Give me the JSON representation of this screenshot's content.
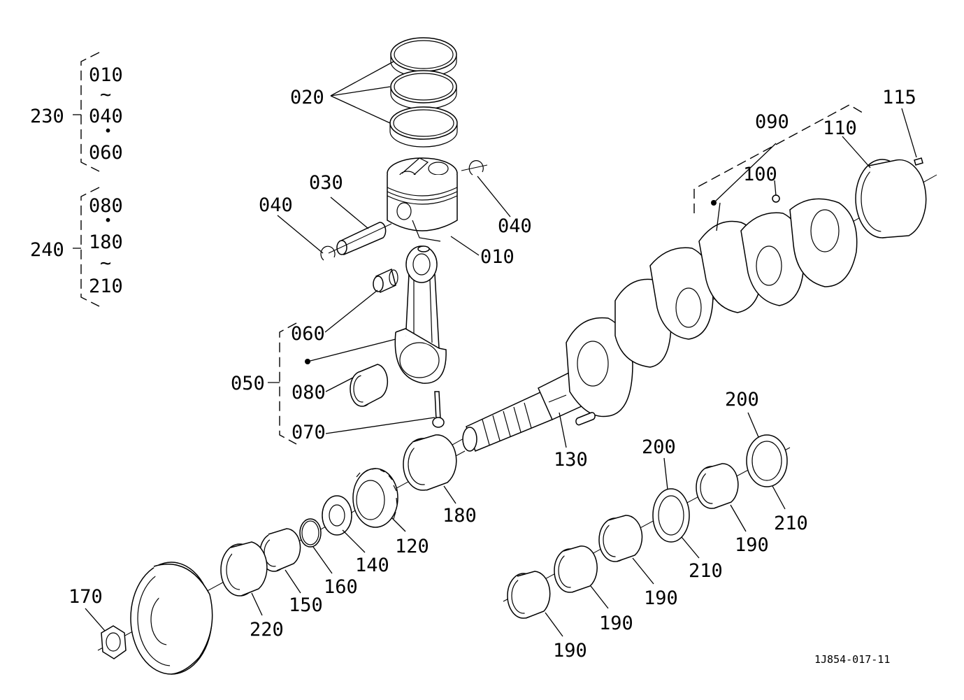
{
  "diagram": {
    "reference": "1J854-017-11",
    "groups": [
      {
        "label": "230",
        "members": [
          "010",
          "~",
          "040",
          "・",
          "060"
        ]
      },
      {
        "label": "240",
        "members": [
          "080",
          "・",
          "180",
          "~",
          "210"
        ]
      }
    ],
    "callouts": {
      "piston_rings": "020",
      "piston_pin": "030",
      "snap_ring_left": "040",
      "snap_ring_right": "040",
      "piston": "010",
      "small_end_bushing": "060",
      "connecting_rod_assy": "050",
      "crankpin_bearing": "080",
      "rod_bolt": "070",
      "crankshaft_assy": "090",
      "oil_plug": "100",
      "rear_bearing": "110",
      "pin": "115",
      "feather_key": "130",
      "front_bearing": "180",
      "crank_gear": "120",
      "collar": "140",
      "o_ring": "160",
      "sleeve": "150",
      "oil_seal": "220",
      "pulley_nut": "170",
      "thrust_washer_a": "200",
      "thrust_washer_b": "200",
      "thrust_washer_c": "210",
      "thrust_washer_d": "210",
      "main_bearing_1": "190",
      "main_bearing_2": "190",
      "main_bearing_3": "190",
      "main_bearing_4": "190"
    }
  }
}
